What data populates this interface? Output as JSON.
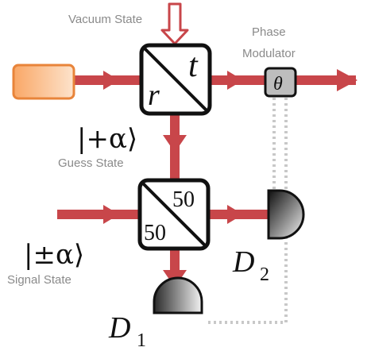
{
  "diagram": {
    "labels": {
      "vacuum_state": "Vacuum State",
      "phase": "Phase",
      "modulator": "Modulator",
      "guess_state": "Guess State",
      "signal_state": "Signal State"
    },
    "math": {
      "transmission": "t",
      "reflection": "r",
      "theta": "θ",
      "plus_alpha": "|+α⟩",
      "pm_alpha": "|±α⟩",
      "d1": "D",
      "d1_sub": "1",
      "d2": "D",
      "d2_sub": "2",
      "bs2_top": "50",
      "bs2_bottom": "50"
    },
    "colors": {
      "beam": "#c8464a",
      "laser_fill": "#f7b27a",
      "laser_stroke": "#e8843a",
      "vacuum_arrow": "#c8464a",
      "modulator_fill": "#bdbdbd",
      "dotted_line": "#c8c8c8"
    },
    "icons": {
      "laser": "laser-source-icon",
      "beam_splitter_1": "beam-splitter-icon",
      "beam_splitter_2": "beam-splitter-icon",
      "phase_modulator": "phase-modulator-icon",
      "detector_1": "detector-icon",
      "detector_2": "detector-icon"
    }
  }
}
